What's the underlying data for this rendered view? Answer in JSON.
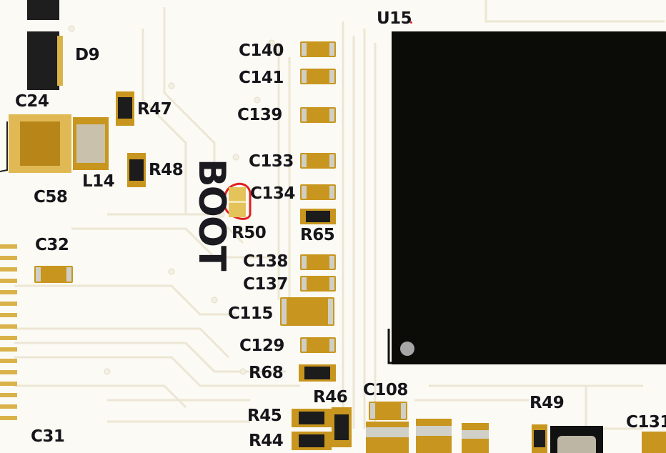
{
  "labels": {
    "u15": "U15",
    "d9": "D9",
    "c24": "C24",
    "r47": "R47",
    "c140": "C140",
    "c141": "C141",
    "c139": "C139",
    "c133": "C133",
    "c134": "C134",
    "r48": "R48",
    "l14": "L14",
    "c58": "C58",
    "r50": "R50",
    "r65": "R65",
    "c32": "C32",
    "c138": "C138",
    "c137": "C137",
    "c115": "C115",
    "c129": "C129",
    "r68": "R68",
    "r46": "R46",
    "c108": "C108",
    "r49": "R49",
    "r45": "R45",
    "r44": "R44",
    "c131": "C131",
    "c31": "C31",
    "boot": "BOOT"
  },
  "colors": {
    "board": "#fbfaf4",
    "trace": "#ece6d4",
    "pad_gold": "#c8961e",
    "silkscreen_text": "#15151a",
    "chip": "#0b0c08",
    "highlight": "#e02020"
  }
}
